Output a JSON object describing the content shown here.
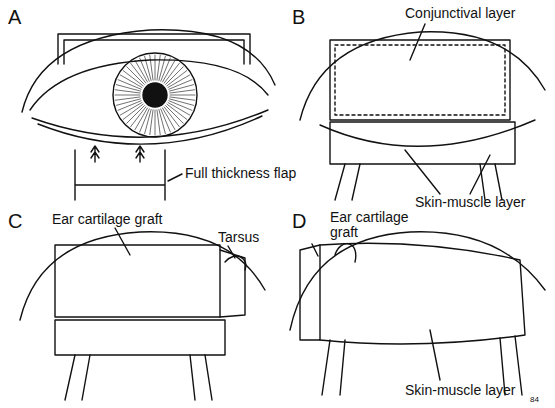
{
  "diagram": {
    "labels": [
      "A",
      "B",
      "C",
      "D",
      "Full thickness flap",
      "Conjunctival layer",
      "Skin-muscle layer",
      "Ear cartilage graft",
      "Tarsus",
      "Ear cartilage graft",
      "Skin-muscle layer",
      "84"
    ]
  }
}
